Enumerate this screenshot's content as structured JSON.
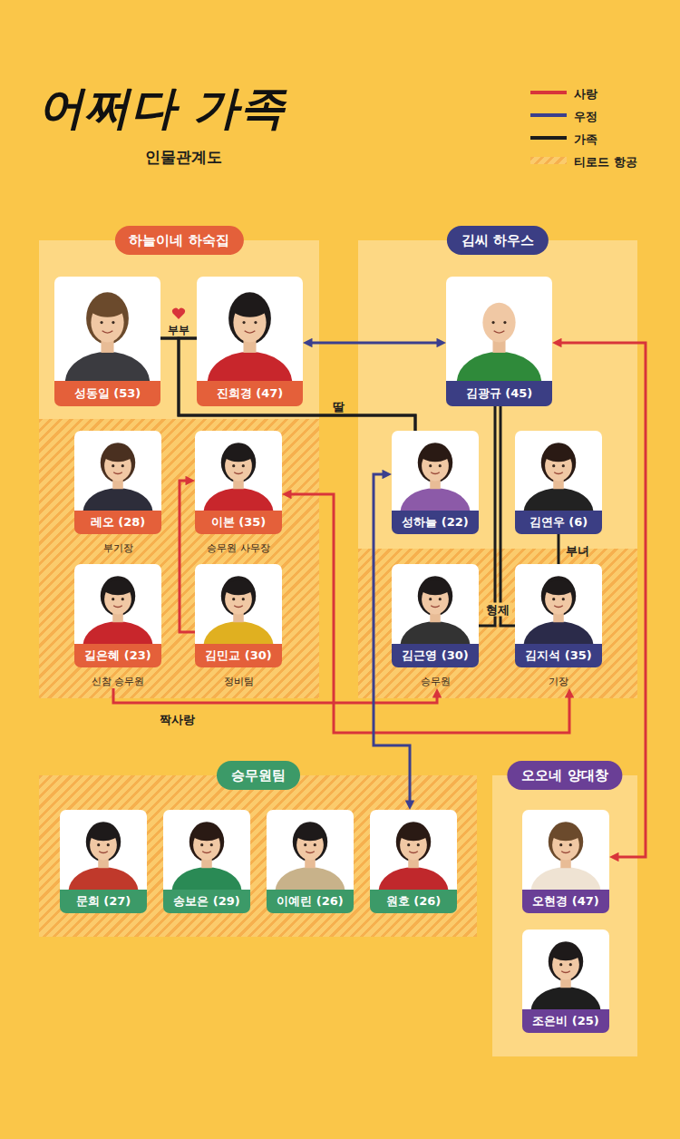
{
  "diagram": {
    "title": "어쩌다 가족",
    "caption": "인물관계도",
    "nodes": [
      {
        "text": [
          "하늘이네 하숙집"
        ]
      },
      {
        "text": [
          "성동일 (53)"
        ],
        "in": 0
      },
      {
        "text": [
          "진희경 (47)"
        ],
        "in": 0
      },
      {
        "text": [
          "레오 (28)",
          "부기장"
        ],
        "in": 0
      },
      {
        "text": [
          "이본 (35)",
          "승무원 사무장"
        ],
        "in": 0
      },
      {
        "text": [
          "길은혜 (23)",
          "신참 승무원"
        ],
        "in": 0
      },
      {
        "text": [
          "김민교 (30)",
          "정비팀"
        ],
        "in": 0
      },
      {
        "text": [
          "김씨 하우스"
        ]
      },
      {
        "text": [
          "김광규 (45)"
        ],
        "in": 7
      },
      {
        "text": [
          "성하늘 (22)"
        ],
        "in": 7
      },
      {
        "text": [
          "김연우 (6)"
        ],
        "in": 7
      },
      {
        "text": [
          "김근영 (30)",
          "승무원"
        ],
        "in": 7
      },
      {
        "text": [
          "김지석 (35)",
          "기장"
        ],
        "in": 7
      },
      {
        "text": [
          "승무원팀"
        ]
      },
      {
        "text": [
          "문희 (27)"
        ],
        "in": 13
      },
      {
        "text": [
          "송보은 (29)"
        ],
        "in": 13
      },
      {
        "text": [
          "이예린 (26)"
        ],
        "in": 13
      },
      {
        "text": [
          "원호 (26)"
        ],
        "in": 13
      },
      {
        "text": [
          "오오네 양대창"
        ]
      },
      {
        "text": [
          "오현경 (47)"
        ],
        "in": 18
      },
      {
        "text": [
          "조은비 (25)"
        ],
        "in": 18
      }
    ],
    "edges": [
      {
        "from": 1,
        "to": 2,
        "arrow": "none",
        "label": "부부"
      },
      {
        "from": 2,
        "to": 8,
        "arrow": "both"
      },
      {
        "from": 1,
        "to": 9,
        "arrow": "none"
      },
      {
        "from": 2,
        "to": 9,
        "arrow": "none",
        "label": "딸"
      },
      {
        "from": 8,
        "to": 11,
        "arrow": "none",
        "label": "형제"
      },
      {
        "from": 8,
        "to": 12,
        "arrow": "none"
      },
      {
        "from": 10,
        "to": 12,
        "arrow": "none",
        "label": "부녀"
      },
      {
        "from": 6,
        "to": 4,
        "arrow": "to"
      },
      {
        "from": 5,
        "to": 11,
        "arrow": "to",
        "label": "짝사랑"
      },
      {
        "from": 4,
        "to": 12,
        "arrow": "both"
      },
      {
        "from": 9,
        "to": 17,
        "arrow": "both"
      },
      {
        "from": 8,
        "to": 19,
        "arrow": "both"
      }
    ],
    "legend": [
      {
        "text": "사랑",
        "color": "#d8343a"
      },
      {
        "text": "우정",
        "color": "#3b3f8e"
      },
      {
        "text": "가족",
        "color": "#1c1c1c"
      },
      {
        "text": "티로드 항공"
      }
    ]
  }
}
